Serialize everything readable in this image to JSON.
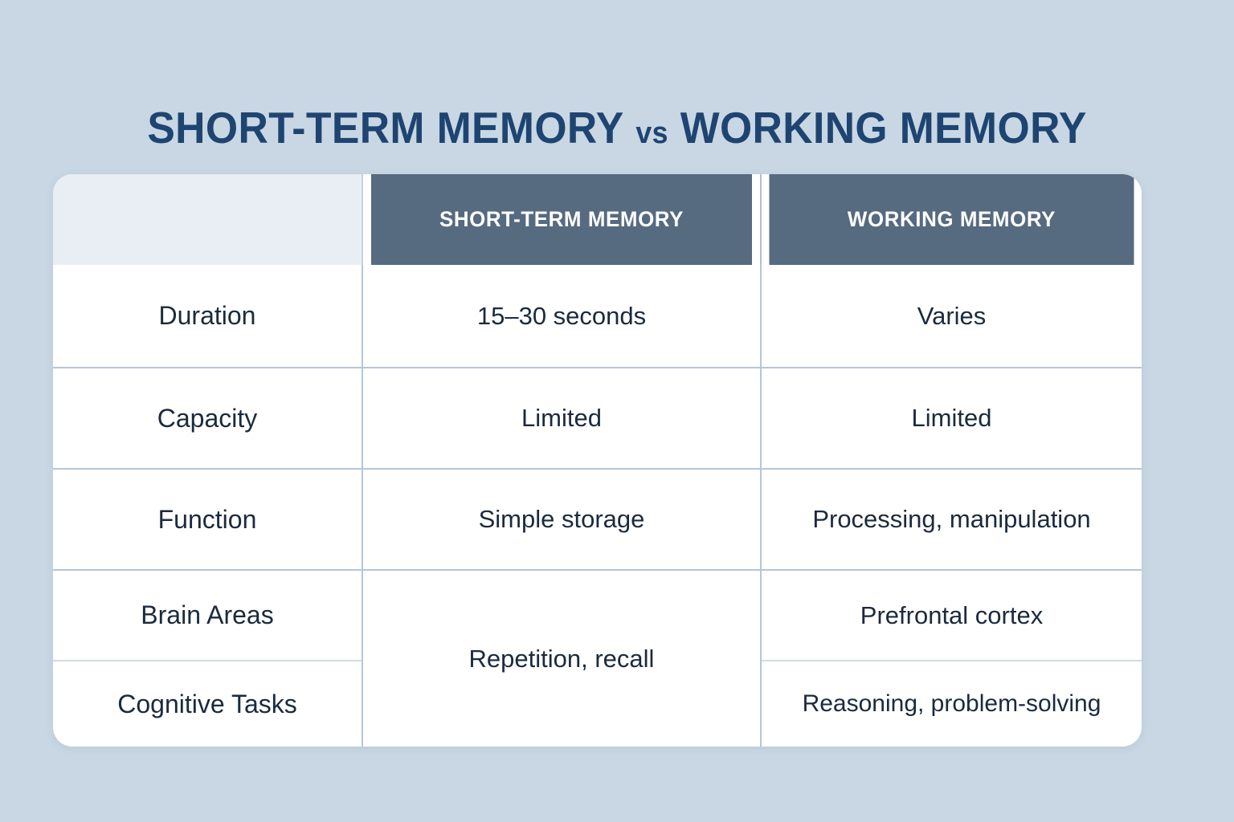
{
  "title": {
    "part1": "SHORT-TERM MEMORY",
    "vs": "vs",
    "part2": "WORKING MEMORY",
    "full": "SHORT-TERM MEMORY vs WORKING MEMORY"
  },
  "colors": {
    "page_background": "#c8d7e3",
    "title_text": "#1e4471",
    "header_background": "#566a80",
    "header_text": "#ffffff",
    "corner_cell_background": "#e8eef4",
    "body_text": "#1b2a3d",
    "cell_background": "#ffffff",
    "border": "#b6c6d4"
  },
  "table": {
    "corner_label": "",
    "columns": [
      {
        "key": "attribute",
        "label": ""
      },
      {
        "key": "stm",
        "label": "SHORT-TERM MEMORY"
      },
      {
        "key": "wm",
        "label": "WORKING MEMORY"
      }
    ],
    "rows": [
      {
        "label": "Duration",
        "stm": "15–30 seconds",
        "wm": "Varies"
      },
      {
        "label": "Capacity",
        "stm": "Limited",
        "wm": "Limited"
      },
      {
        "label": "Function",
        "stm": "Simple storage",
        "wm": "Processing, manipulation"
      },
      {
        "label": "Brain Areas",
        "stm": "Repetition, recall",
        "wm": "Prefrontal cortex",
        "stm_merged_rows": 2
      },
      {
        "label": "Cognitive Tasks",
        "stm": "",
        "wm": "Reasoning, problem-solving"
      }
    ]
  }
}
